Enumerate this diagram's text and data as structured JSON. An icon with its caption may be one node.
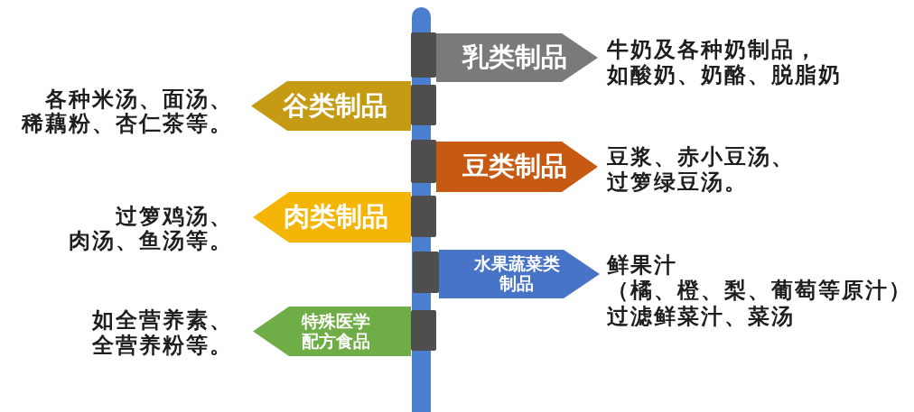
{
  "diagram": {
    "nodes": [
      {
        "text": [],
        "shape": "bar"
      },
      {
        "text": [
          "乳类制品"
        ],
        "beside": [
          "牛奶及各种奶制品，",
          "如酸奶、奶酪、脱脂奶"
        ]
      },
      {
        "text": [
          "谷类制品"
        ],
        "beside": [
          "各种米汤、面汤、",
          "稀藕粉、杏仁茶等。"
        ]
      },
      {
        "text": [
          "豆类制品"
        ],
        "beside": [
          "豆浆、赤小豆汤、",
          "过箩绿豆汤。"
        ]
      },
      {
        "text": [
          "肉类制品"
        ],
        "beside": [
          "过箩鸡汤、",
          "肉汤、鱼汤等。"
        ]
      },
      {
        "text": [
          "水果蔬菜类制品"
        ],
        "beside": [
          "鲜果汁",
          "（橘、橙、梨、葡萄等原汁）",
          "过滤鲜菜汁、菜汤"
        ]
      },
      {
        "text": [
          "特殊医学配方食品"
        ],
        "beside": [
          "如全营养素、",
          "全营养粉等。"
        ]
      }
    ]
  }
}
